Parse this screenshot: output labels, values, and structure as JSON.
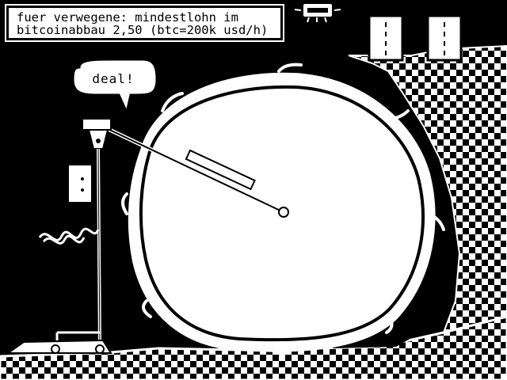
{
  "caption": {
    "line1": "fuer verwegene: mindestlohn im",
    "line2": "bitcoinabbau 2,50 (btc=200k usd/h)"
  },
  "speech_bubble": {
    "text": "deal!"
  },
  "colors": {
    "background": "#000000",
    "foreground": "#ffffff"
  },
  "icons": {
    "top_creature": "robot-bug-icon",
    "crank_valve": "valve-icon",
    "cart": "mine-cart-icon"
  }
}
